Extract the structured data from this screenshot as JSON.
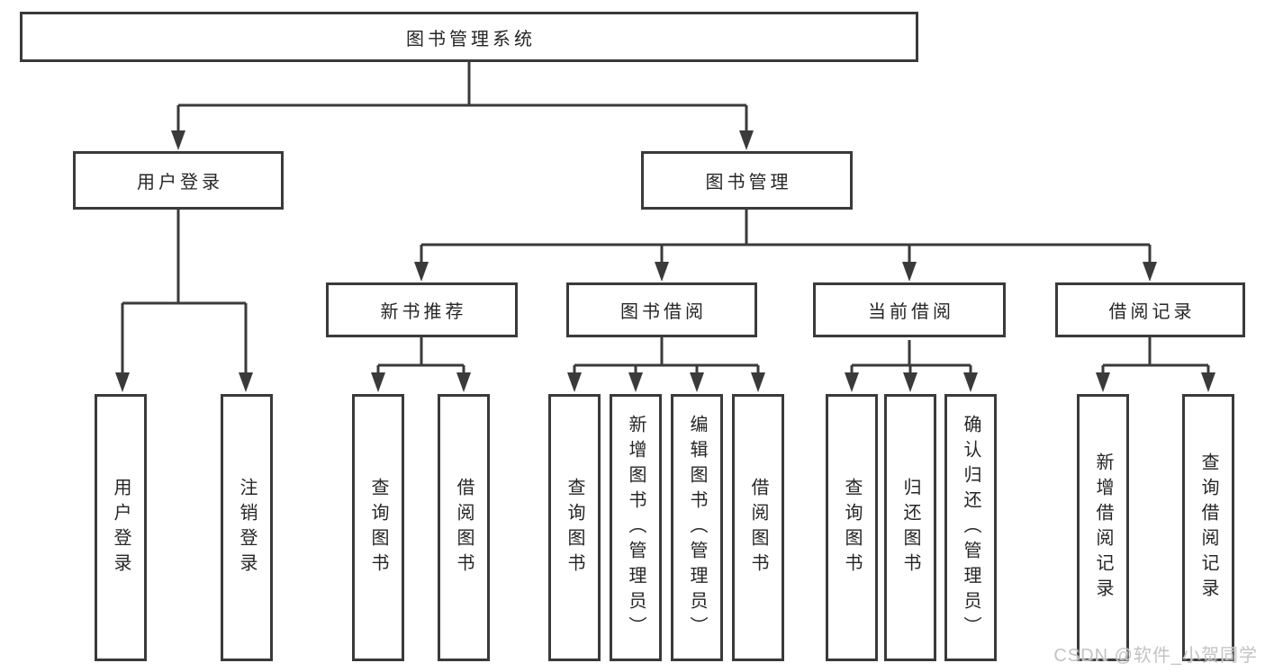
{
  "diagram_title": "图书管理系统",
  "tree": {
    "label": "图书管理系统",
    "children": [
      {
        "label": "用户登录",
        "children": [
          {
            "label": "用户登录"
          },
          {
            "label": "注销登录"
          }
        ]
      },
      {
        "label": "图书管理",
        "children": [
          {
            "label": "新书推荐",
            "children": [
              {
                "label": "查询图书"
              },
              {
                "label": "借阅图书"
              }
            ]
          },
          {
            "label": "图书借阅",
            "children": [
              {
                "label": "查询图书"
              },
              {
                "label": "新增图书（管理员）"
              },
              {
                "label": "编辑图书（管理员）"
              },
              {
                "label": "借阅图书"
              }
            ]
          },
          {
            "label": "当前借阅",
            "children": [
              {
                "label": "查询图书"
              },
              {
                "label": "归还图书"
              },
              {
                "label": "确认归还（管理员）"
              }
            ]
          },
          {
            "label": "借阅记录",
            "children": [
              {
                "label": "新增借阅记录"
              },
              {
                "label": "查询借阅记录"
              }
            ]
          }
        ]
      }
    ]
  },
  "watermark": {
    "text": "CSDN @软件_小贺同学"
  },
  "colors": {
    "line": "#3a3a3a",
    "box_border": "#3a3a3a",
    "box_fill": "#ffffff",
    "text": "#262626",
    "watermark": "#c3c3c3",
    "background": "#ffffff"
  }
}
